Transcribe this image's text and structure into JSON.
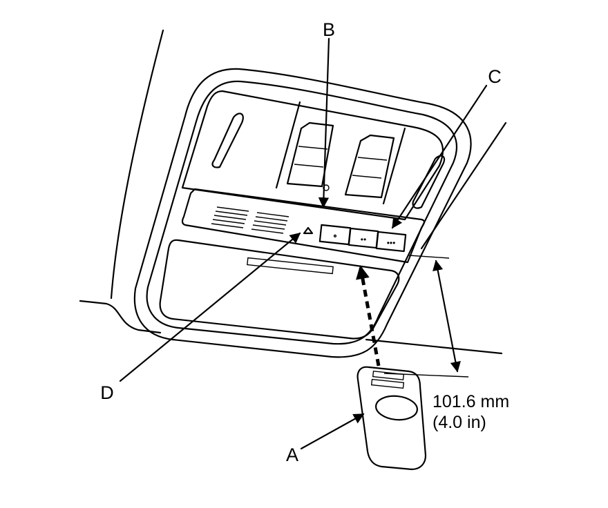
{
  "labels": {
    "a": "A",
    "b": "B",
    "c": "C",
    "d": "D"
  },
  "dimension": {
    "metric": "101.6 mm",
    "imperial": "(4.0 in)"
  },
  "buttons": {
    "one": "•",
    "two": "••",
    "three": "•••"
  }
}
